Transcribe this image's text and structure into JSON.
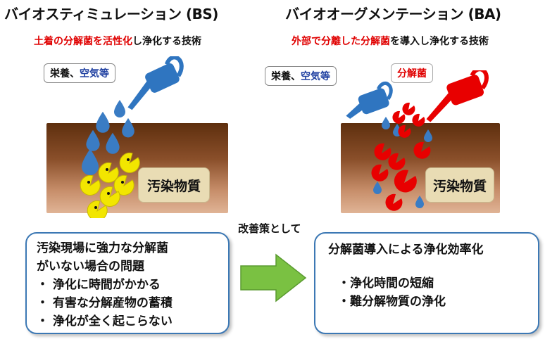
{
  "bs": {
    "title": "バイオスティミュレーション (BS)",
    "subtitle_red": "土着の分解菌を活性化",
    "subtitle_rest": "し浄化する技術",
    "nutrient_label_a": "栄養、",
    "nutrient_label_b": "空気等",
    "pollutant_label": "汚染物質",
    "box_title_1": "汚染現場に強力な分解菌",
    "box_title_2": "がいない場合の問題",
    "problems": [
      "・ 浄化に時間がかかる",
      "・ 有害な分解産物の蓄積",
      "・ 浄化が全く起こらない"
    ]
  },
  "ba": {
    "title": "バイオオーグメンテーション (BA)",
    "subtitle_red": "外部で分離した分解菌",
    "subtitle_rest": "を導入し浄化する技術",
    "nutrient_label_a": "栄養、",
    "nutrient_label_b": "空気等",
    "bacteria_label": "分解菌",
    "pollutant_label": "汚染物質",
    "box_title": "分解菌導入による浄化効率化",
    "benefits": [
      "・浄化時間の短縮",
      "・難分解物質の浄化"
    ]
  },
  "center_label": "改善策として",
  "colors": {
    "accent_red": "#e00000",
    "water_blue": "#3a7cc4",
    "arrow_green": "#7ac142",
    "box_border": "#3c78b4"
  }
}
